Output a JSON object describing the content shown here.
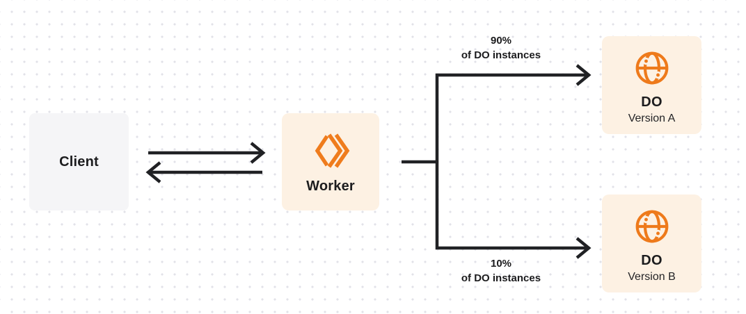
{
  "colors": {
    "accent_orange": "#ef7c1d",
    "globe_orange": "#ee7a1b",
    "cream_box": "#fdf1e3",
    "gray_box": "#f5f5f7",
    "line_dark": "#202124",
    "dot_grid": "#e2e2e8"
  },
  "nodes": {
    "client": {
      "label": "Client"
    },
    "worker": {
      "label": "Worker",
      "icon": "workers-icon"
    },
    "do_a": {
      "title": "DO",
      "subtitle": "Version A",
      "icon": "globe-icon"
    },
    "do_b": {
      "title": "DO",
      "subtitle": "Version B",
      "icon": "globe-icon"
    }
  },
  "edge_labels": {
    "top": {
      "line1": "90%",
      "line2": "of DO instances"
    },
    "bottom": {
      "line1": "10%",
      "line2": "of DO instances"
    }
  }
}
